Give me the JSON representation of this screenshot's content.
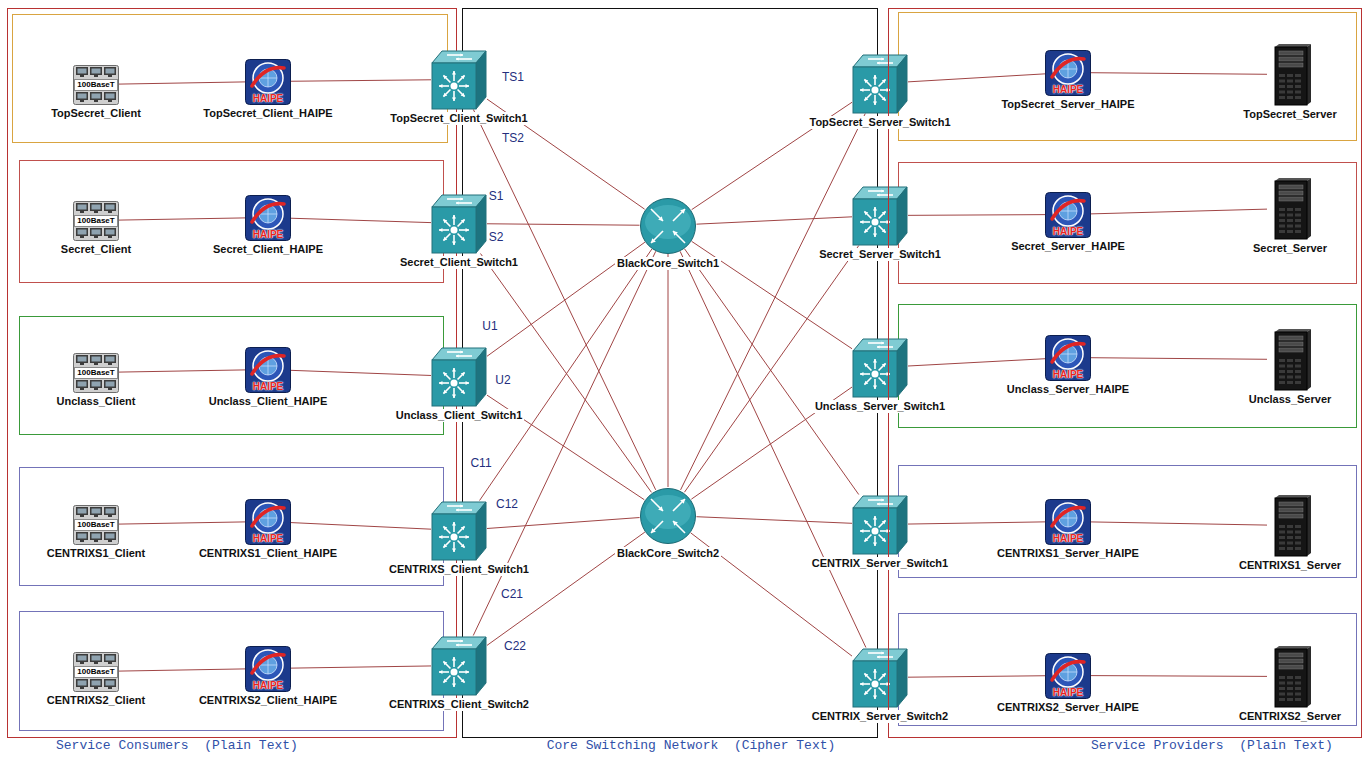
{
  "diagram": {
    "nodes": [
      {
        "text": [
          "Service Consumers  (Plain Text)"
        ]
      },
      {
        "text": [
          "100BaseT",
          "TopSecret_Client"
        ],
        "in": 0
      },
      {
        "text": [
          "HAIPE",
          "TopSecret_Client_HAIPE"
        ],
        "in": 0
      },
      {
        "text": [
          "100BaseT",
          "Secret_Client"
        ],
        "in": 0
      },
      {
        "text": [
          "HAIPE",
          "Secret_Client_HAIPE"
        ],
        "in": 0
      },
      {
        "text": [
          "100BaseT",
          "Unclass_Client"
        ],
        "in": 0
      },
      {
        "text": [
          "HAIPE",
          "Unclass_Client_HAIPE"
        ],
        "in": 0
      },
      {
        "text": [
          "100BaseT",
          "CENTRIXS1_Client"
        ],
        "in": 0
      },
      {
        "text": [
          "HAIPE",
          "CENTRIXS1_Client_HAIPE"
        ],
        "in": 0
      },
      {
        "text": [
          "100BaseT",
          "CENTRIXS2_Client"
        ],
        "in": 0
      },
      {
        "text": [
          "HAIPE",
          "CENTRIXS2_Client_HAIPE"
        ],
        "in": 0
      },
      {
        "text": [
          "Core Switching Network  (Cipher Text)"
        ]
      },
      {
        "text": [
          "TopSecret_Client_Switch1"
        ]
      },
      {
        "text": [
          "Secret_Client_Switch1"
        ]
      },
      {
        "text": [
          "Unclass_Client_Switch1"
        ]
      },
      {
        "text": [
          "CENTRIXS_Client_Switch1"
        ]
      },
      {
        "text": [
          "CENTRIXS_Client_Switch2"
        ]
      },
      {
        "text": [
          "BlackCore_Switch1"
        ],
        "in": 11
      },
      {
        "text": [
          "BlackCore_Switch2"
        ],
        "in": 11
      },
      {
        "text": [
          "TopSecret_Server_Switch1"
        ]
      },
      {
        "text": [
          "Secret_Server_Switch1"
        ]
      },
      {
        "text": [
          "Unclass_Server_Switch1"
        ]
      },
      {
        "text": [
          "CENTRIX_Server_Switch1"
        ]
      },
      {
        "text": [
          "CENTRIX_Server_Switch2"
        ]
      },
      {
        "text": [
          "Service Providers  (Plain Text)"
        ]
      },
      {
        "text": [
          "HAIPE",
          "TopSecret_Server_HAIPE"
        ],
        "in": 24
      },
      {
        "text": [
          "TopSecret_Server"
        ],
        "in": 24
      },
      {
        "text": [
          "HAIPE",
          "Secret_Server_HAIPE"
        ],
        "in": 24
      },
      {
        "text": [
          "Secret_Server"
        ],
        "in": 24
      },
      {
        "text": [
          "HAIPE",
          "Unclass_Server_HAIPE"
        ],
        "in": 24
      },
      {
        "text": [
          "Unclass_Server"
        ],
        "in": 24
      },
      {
        "text": [
          "HAIPE",
          "CENTRIXS1_Server_HAIPE"
        ],
        "in": 24
      },
      {
        "text": [
          "CENTRIXS1_Server"
        ],
        "in": 24
      },
      {
        "text": [
          "HAIPE",
          "CENTRIXS2_Server_HAIPE"
        ],
        "in": 24
      },
      {
        "text": [
          "CENTRIXS2_Server"
        ],
        "in": 24
      }
    ],
    "edges": [
      {
        "from": 1,
        "to": 2,
        "arrow": "none"
      },
      {
        "from": 2,
        "to": 12,
        "arrow": "none"
      },
      {
        "from": 3,
        "to": 4,
        "arrow": "none"
      },
      {
        "from": 4,
        "to": 13,
        "arrow": "none"
      },
      {
        "from": 5,
        "to": 6,
        "arrow": "none"
      },
      {
        "from": 6,
        "to": 14,
        "arrow": "none"
      },
      {
        "from": 7,
        "to": 8,
        "arrow": "none"
      },
      {
        "from": 8,
        "to": 15,
        "arrow": "none"
      },
      {
        "from": 9,
        "to": 10,
        "arrow": "none"
      },
      {
        "from": 10,
        "to": 16,
        "arrow": "none"
      },
      {
        "from": 12,
        "to": 17,
        "arrow": "none",
        "label": "TS1"
      },
      {
        "from": 12,
        "to": 18,
        "arrow": "none",
        "label": "TS2"
      },
      {
        "from": 13,
        "to": 17,
        "arrow": "none",
        "label": "S1"
      },
      {
        "from": 13,
        "to": 18,
        "arrow": "none",
        "label": "S2"
      },
      {
        "from": 14,
        "to": 17,
        "arrow": "none",
        "label": "U1"
      },
      {
        "from": 14,
        "to": 18,
        "arrow": "none",
        "label": "U2"
      },
      {
        "from": 15,
        "to": 17,
        "arrow": "none",
        "label": "C11"
      },
      {
        "from": 15,
        "to": 18,
        "arrow": "none",
        "label": "C12"
      },
      {
        "from": 16,
        "to": 17,
        "arrow": "none",
        "label": "C21"
      },
      {
        "from": 16,
        "to": 18,
        "arrow": "none",
        "label": "C22"
      },
      {
        "from": 17,
        "to": 18,
        "arrow": "none"
      },
      {
        "from": 17,
        "to": 19,
        "arrow": "none"
      },
      {
        "from": 18,
        "to": 19,
        "arrow": "none"
      },
      {
        "from": 17,
        "to": 20,
        "arrow": "none"
      },
      {
        "from": 18,
        "to": 20,
        "arrow": "none"
      },
      {
        "from": 17,
        "to": 21,
        "arrow": "none"
      },
      {
        "from": 18,
        "to": 21,
        "arrow": "none"
      },
      {
        "from": 17,
        "to": 22,
        "arrow": "none"
      },
      {
        "from": 18,
        "to": 22,
        "arrow": "none"
      },
      {
        "from": 17,
        "to": 23,
        "arrow": "none"
      },
      {
        "from": 18,
        "to": 23,
        "arrow": "none"
      },
      {
        "from": 19,
        "to": 25,
        "arrow": "none"
      },
      {
        "from": 25,
        "to": 26,
        "arrow": "none"
      },
      {
        "from": 20,
        "to": 27,
        "arrow": "none"
      },
      {
        "from": 27,
        "to": 28,
        "arrow": "none"
      },
      {
        "from": 21,
        "to": 29,
        "arrow": "none"
      },
      {
        "from": 29,
        "to": 30,
        "arrow": "none"
      },
      {
        "from": 22,
        "to": 31,
        "arrow": "none"
      },
      {
        "from": 31,
        "to": 32,
        "arrow": "none"
      },
      {
        "from": 23,
        "to": 33,
        "arrow": "none"
      },
      {
        "from": 33,
        "to": 34,
        "arrow": "none"
      }
    ]
  }
}
